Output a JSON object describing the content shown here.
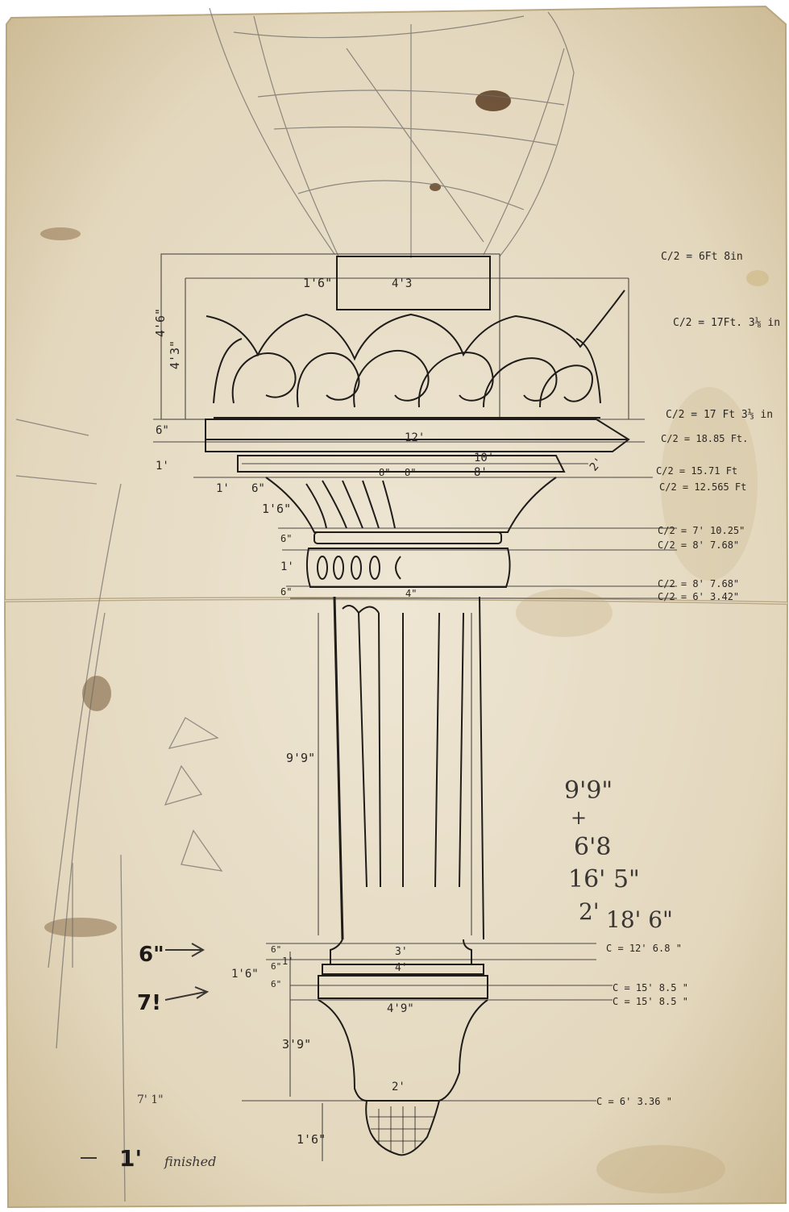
{
  "drawing": {
    "colors": {
      "paper": "#e7ddc8",
      "paper_edge": "#cbbb98",
      "stain": "#6b4b2a",
      "ink": "#1f1c1a",
      "pencil": "#6e6a66"
    },
    "left_dimensions": {
      "cup_height_outer": "4'6\"",
      "cup_height_inner": "4'3\"",
      "neck": "1'6\"",
      "rim": "6\"",
      "band": "1'",
      "step_a": "1'",
      "step_b": "6\"",
      "bowl": "1'6\"",
      "collar_top": "6\"",
      "collar": "1'",
      "collar_bottom": "6\"",
      "handle": "9'9\"",
      "base_total": "1'6\"",
      "base_a": "6\"",
      "base_b": "6\"",
      "base_c": "6\"",
      "bulb": "3'9\"",
      "tip": "1'6\""
    },
    "width_dimensions": {
      "neck": "4'3",
      "platform": "12'",
      "bowl_outer": "10'",
      "bowl_inner": "8'",
      "flute_a": "8\"",
      "flute_b": "8\"",
      "collar": "4\"",
      "ring_one": "1'",
      "base_top": "3'",
      "base_ring": "4'",
      "base_width": "4'9\"",
      "tip_width": "2'",
      "edge": "2'"
    },
    "circumference_notes": [
      "C/2 = 6Ft 8in",
      "C/2 = 17Ft. 3⅛ in",
      "C/2 = 17 Ft 3⅓ in",
      "C/2 = 18.85 Ft.",
      "C/2 = 15.71 Ft",
      "C/2 = 12.565 Ft",
      "C/2 = 7' 10.25\"",
      "C/2 = 8' 7.68\"",
      "C/2 = 8' 7.68\"",
      "C/2 = 6' 3.42\"",
      "C = 12' 6.8 \"",
      "C = 15' 8.5 \"",
      "C = 15' 8.5 \"",
      "C = 6' 3.36 \""
    ],
    "arithmetic": {
      "line1": "9'9\"",
      "plus": "+",
      "line2": "6'8",
      "line3": "16' 5\"",
      "line4": "2'",
      "line5": "18' 6\""
    },
    "margin_notes": {
      "six_inch": "6\"",
      "seven": "7!",
      "seven_ten": "7' 1\"",
      "one_foot": "1'",
      "finished": "finished"
    }
  }
}
